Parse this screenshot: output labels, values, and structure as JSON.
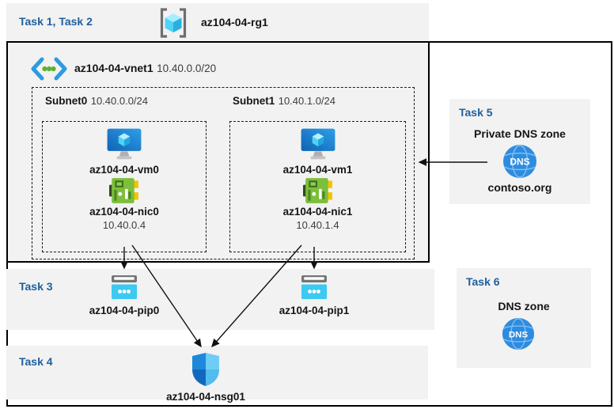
{
  "colors": {
    "band_background": "#f2f2f2",
    "task_label_blue": "#1e5f9e",
    "icon_cyan": "#3cc9f2",
    "icon_blue": "#2e8ce0",
    "nic_green": "#7cbf3a",
    "border_black": "#000000"
  },
  "icons": {
    "resource_group": "brackets-cube-icon",
    "virtual_network": "chevrons-dots-icon",
    "virtual_machine": "monitor-cube-icon",
    "network_interface": "circuit-board-icon",
    "public_ip": "browser-window-icon",
    "network_security_group": "shield-icon",
    "dns": "globe-dns-icon"
  },
  "top_band": {
    "task_label": "Task 1, Task 2",
    "rg_name": "az104-04-rg1"
  },
  "vnet": {
    "name": "az104-04-vnet1",
    "cidr": "10.40.0.0/20",
    "subnets": [
      {
        "name": "Subnet0",
        "cidr": "10.40.0.0/24",
        "vm": "az104-04-vm0",
        "nic": "az104-04-nic0",
        "ip": "10.40.0.4"
      },
      {
        "name": "Subnet1",
        "cidr": "10.40.1.0/24",
        "vm": "az104-04-vm1",
        "nic": "az104-04-nic1",
        "ip": "10.40.1.4"
      }
    ]
  },
  "task3": {
    "label": "Task 3",
    "pips": [
      "az104-04-pip0",
      "az104-04-pip1"
    ]
  },
  "task4": {
    "label": "Task 4",
    "nsg": "az104-04-nsg01"
  },
  "task5": {
    "label": "Task 5",
    "title": "Private DNS zone",
    "zone": "contoso.org",
    "icon_text": "DNS"
  },
  "task6": {
    "label": "Task 6",
    "title": "DNS zone",
    "icon_text": "DNS"
  }
}
